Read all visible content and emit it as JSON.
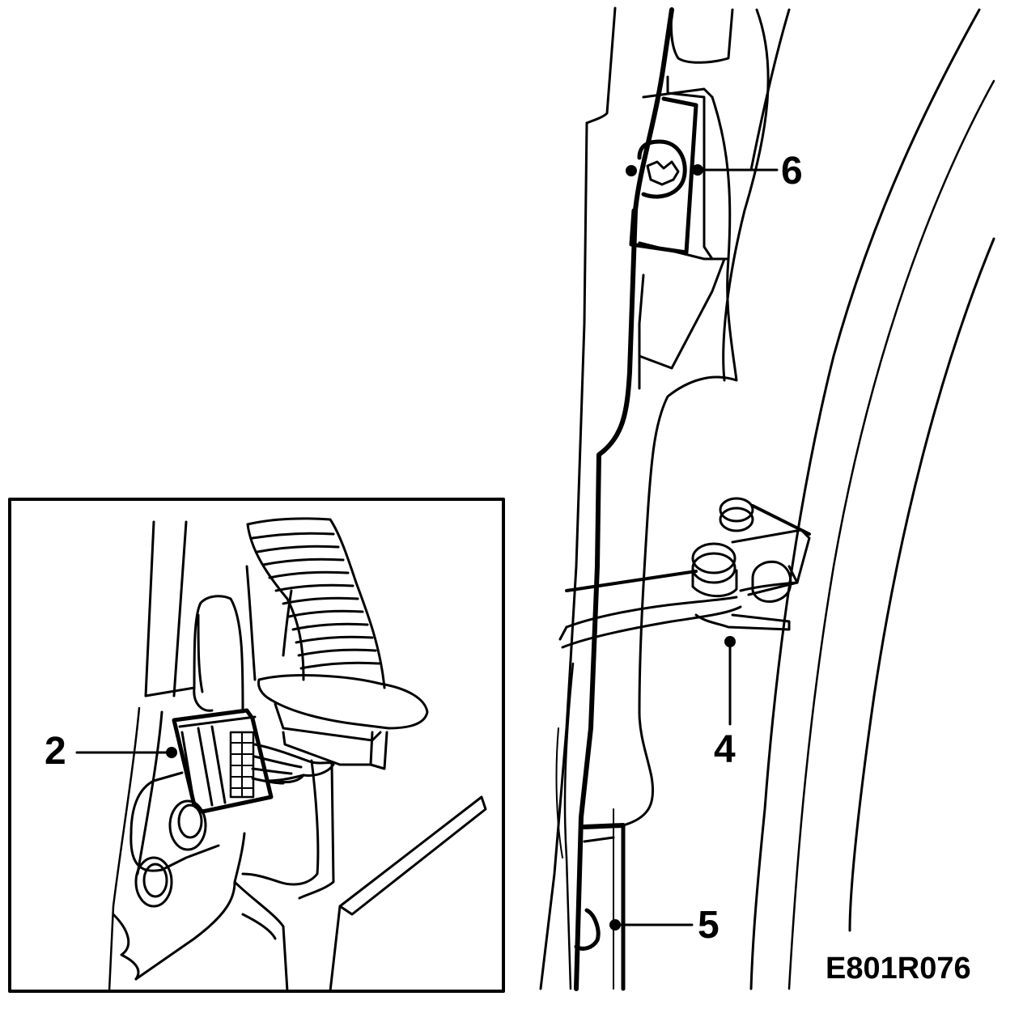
{
  "diagram": {
    "figure_code": "E801R076",
    "callouts": {
      "c2": "2",
      "c4": "4",
      "c5": "5",
      "c6": "6"
    },
    "colors": {
      "line": "#000000",
      "background": "#ffffff"
    }
  }
}
